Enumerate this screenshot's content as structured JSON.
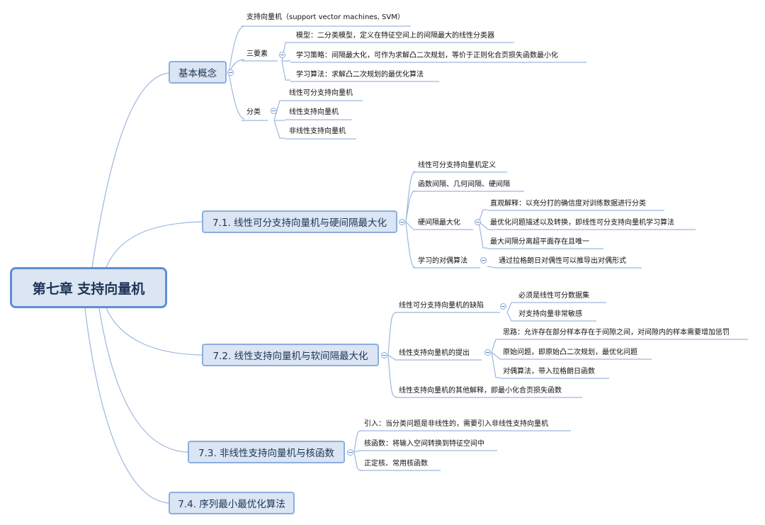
{
  "root": "第七章 支持向量机",
  "branches": {
    "b1": {
      "label": "基本概念",
      "svm_def": "支持向量机（support vector machines, SVM）",
      "three": {
        "label": "三要素",
        "items": [
          "模型：二分类模型，定义在特征空间上的间隔最大的线性分类器",
          "学习策略：间隔最大化，可作为求解凸二次规划，等价于正则化合页损失函数最小化",
          "学习算法：求解凸二次规划的最优化算法"
        ]
      },
      "cls": {
        "label": "分类",
        "items": [
          "线性可分支持向量机",
          "线性支持向量机",
          "非线性支持向量机"
        ]
      }
    },
    "b2": {
      "label": "7.1. 线性可分支持向量机与硬间隔最大化",
      "items": [
        "线性可分支持向量机定义",
        "函数间隔、几何间隔、硬间隔"
      ],
      "hard": {
        "label": "硬间隔最大化",
        "items": [
          "直观解释：以充分打的确信度对训练数据进行分类",
          "最优化问题描述以及转换，即线性可分支持向量机学习算法",
          "最大间隔分离超平面存在且唯一"
        ]
      },
      "dual": {
        "label": "学习的对偶算法",
        "items": [
          "通过拉格朗日对偶性可以推导出对偶形式"
        ]
      }
    },
    "b3": {
      "label": "7.2. 线性支持向量机与软间隔最大化",
      "defect": {
        "label": "线性可分支持向量机的缺陷",
        "items": [
          "必须是线性可分数据集",
          "对支持向量非常敏感"
        ]
      },
      "propose": {
        "label": "线性支持向量机的提出",
        "items": [
          "思路：允许存在部分样本存在于间隙之间，对间隙内的样本需要增加惩罚",
          "原始问题，即原始凸二次规划，最优化问题",
          "对偶算法，带入拉格朗日函数"
        ]
      },
      "other": "线性支持向量机的其他解释，即最小化合页损失函数"
    },
    "b4": {
      "label": "7.3. 非线性支持向量机与核函数",
      "items": [
        "引入：当分类问题是非线性的，需要引入非线性支持向量机",
        "核函数：将输入空间转换到特征空间中",
        "正定核、常用核函数"
      ]
    },
    "b5": {
      "label": "7.4. 序列最小最优化算法"
    }
  }
}
